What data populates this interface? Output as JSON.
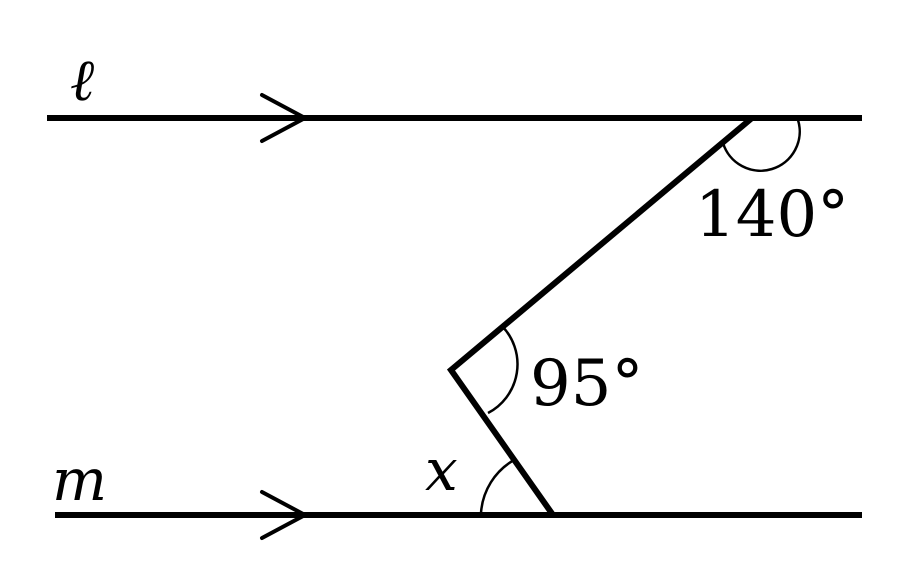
{
  "diagram": {
    "labels": {
      "line_top": "ℓ",
      "line_bottom": "m",
      "angle_top": "140°",
      "angle_middle": "95°",
      "angle_unknown": "x"
    },
    "colors": {
      "stroke": "#000000",
      "background": "#ffffff"
    }
  }
}
